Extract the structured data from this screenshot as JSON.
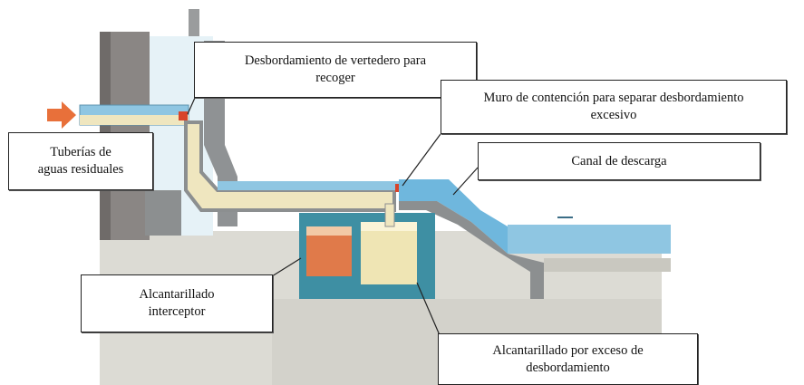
{
  "labels": {
    "weir_overflow": [
      "Desbordamiento de vertedero para",
      "recoger"
    ],
    "retaining_wall": [
      "Muro de contención para separar desbordamiento",
      "excesivo"
    ],
    "sewage_pipes": [
      "Tuberías de",
      "aguas residuales"
    ],
    "discharge_channel": [
      "Canal de descarga"
    ],
    "interceptor_sewer": [
      "Alcantarillado",
      "interceptor"
    ],
    "excess_overflow_sewer": [
      "Alcantarillado por exceso de",
      "desbordamiento"
    ]
  },
  "colors": {
    "water": "#6fb7dd",
    "water_light": "#a9d7ee",
    "concrete": "#8c8f90",
    "concrete_light": "#c4c6c6",
    "sewage": "#efe6bf",
    "tank_orange": "#e07a4a",
    "tank_cream": "#efe5b4",
    "tank_frame": "#3e8fa3",
    "arrow": "#e8703a",
    "ground": "#d7d6cf"
  }
}
